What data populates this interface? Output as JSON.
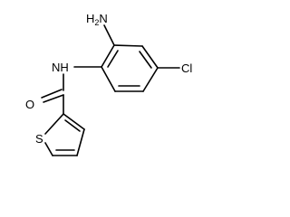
{
  "molecule": {
    "atoms": {
      "amine": {
        "symbol": "H",
        "subscript": "2",
        "suffix": "N"
      },
      "amide_nh": "NH",
      "carbonyl_o": "O",
      "chloro": "Cl",
      "thiophene_s": "S"
    },
    "colors": {
      "bond": "#000000",
      "label": "#000000",
      "background": "#ffffff"
    }
  }
}
